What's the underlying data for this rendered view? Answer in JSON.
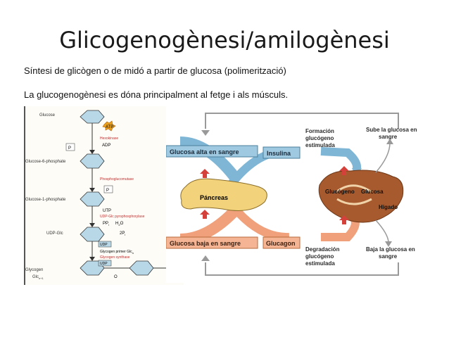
{
  "slide": {
    "title": "Glicogenogènesi/amilogènesi",
    "line1": "Síntesi de glicògen o de midó a partir de glucosa (polimerització)",
    "line2": "La glucogenogènesi es dóna principalment al fetge i als músculs."
  },
  "pathway": {
    "glucose": "Glucose",
    "atp": "ATP",
    "hexokinase": "Hexokinase",
    "adp": "ADP",
    "p": "P",
    "g6p": "Glucose-6-phosphate",
    "phosphoglucomutase": "Phosphoglucomutase",
    "g1p": "Glucose-1-phosphate",
    "utp": "UTP",
    "udp_enzyme": "UDP-Glc pyrophosphorylase",
    "ppi": "PP",
    "ppi_sub": "i",
    "h2o": "H",
    "h2o_sub": "2",
    "h2o_o": "O",
    "two_pi": "2P",
    "two_pi_sub": "i",
    "udp_glc": "UDP-Glc",
    "udp": "UDP",
    "primer": "Glycogen primer Glc",
    "primer_sub": "n",
    "synthase": "Glycogen synthase",
    "glycogen": "Glycogen",
    "glc": "Glc",
    "glc_sub": "n+1",
    "o": "O"
  },
  "regulation": {
    "high_glucose": "Glucosa alta en sangre",
    "insulin": "Insulina",
    "pancreas": "Páncreas",
    "low_glucose": "Glucosa baja en sangre",
    "glucagon": "Glucagon",
    "formation_1": "Formación",
    "formation_2": "glucógeno",
    "formation_3": "estimulada",
    "rise_1": "Sube la glucosa en",
    "rise_2": "sangre",
    "glycogen": "Glucógeno",
    "glucose": "Glucosa",
    "liver": "Hígado",
    "degradation_1": "Degradación",
    "degradation_2": "glucógeno",
    "degradation_3": "estimulada",
    "fall_1": "Baja la glucosa en",
    "fall_2": "sangre"
  },
  "colors": {
    "liver": "#a65a2e",
    "pancreas": "#f2d27a",
    "blue_arrow": "#7fb6d6",
    "orange_arrow": "#f0a07a",
    "label_box": "#9ec9e0",
    "hex_fill": "#b8d8e8",
    "red_arrow": "#d3413a"
  }
}
